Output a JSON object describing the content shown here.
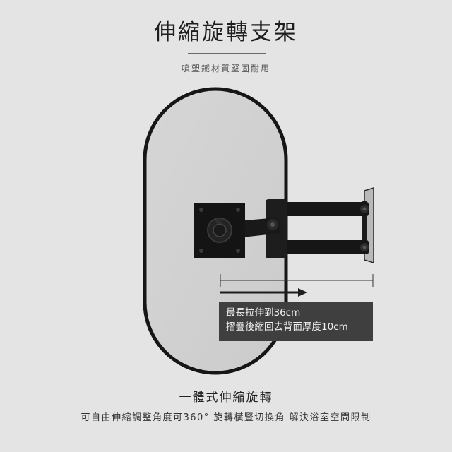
{
  "header": {
    "title": "伸縮旋轉支架",
    "subtitle": "噴塑鐵材質堅固耐用"
  },
  "caption": {
    "line1": "最長拉伸到36cm",
    "line2": "摺疊後縮回去背面厚度10cm"
  },
  "feature": {
    "title": "一體式伸縮旋轉",
    "description": "可自由伸縮調整角度可360° 旋轉橫豎切換角 解決浴室空間限制"
  }
}
